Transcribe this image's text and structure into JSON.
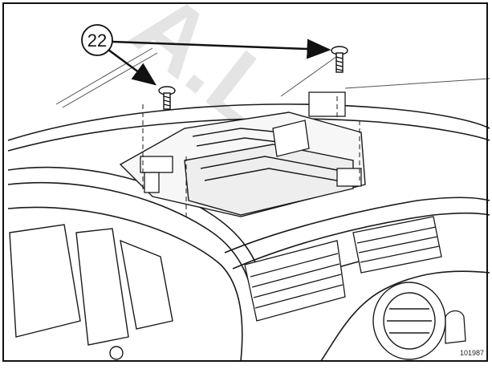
{
  "figure": {
    "callout_number": "22",
    "reference_code": "101987",
    "watermark": "ALLDATA"
  },
  "colors": {
    "line": "#1a1a1a",
    "background": "#ffffff",
    "watermark": "#cfcfcf"
  },
  "icons": [
    "screw-icon",
    "arrow-icon"
  ]
}
